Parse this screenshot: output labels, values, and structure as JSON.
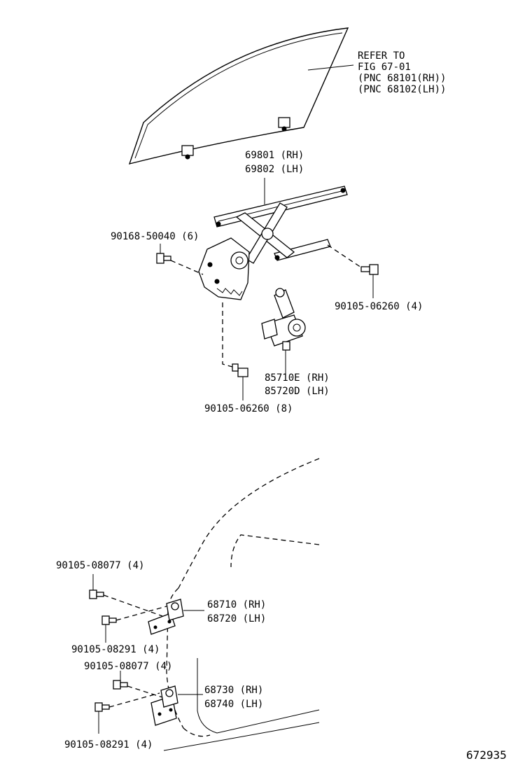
{
  "labels": {
    "refer_line1": "REFER TO",
    "refer_line2": "FIG 67-01",
    "refer_line3": "(PNC 68101(RH))",
    "refer_line4": "(PNC 68102(LH))",
    "regulator_rh": "69801 (RH)",
    "regulator_lh": "69802 (LH)",
    "bolt_90168": "90168-50040 (6)",
    "bolt_90105_06260_4": "90105-06260 (4)",
    "motor_rh": "85710E (RH)",
    "motor_lh": "85720D (LH)",
    "bolt_90105_06260_8": "90105-06260 (8)",
    "bolt_upper_08077": "90105-08077 (4)",
    "hinge_upper_rh": "68710 (RH)",
    "hinge_upper_lh": "68720 (LH)",
    "bolt_upper_08291": "90105-08291 (4)",
    "bolt_lower_08077": "90105-08077 (4)",
    "hinge_lower_rh": "68730 (RH)",
    "hinge_lower_lh": "68740 (LH)",
    "bolt_lower_08291": "90105-08291 (4)",
    "figure_number": "672935"
  }
}
